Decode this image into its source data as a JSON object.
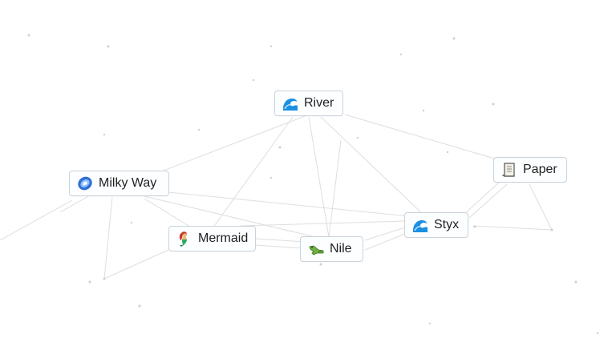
{
  "elements": [
    {
      "id": "river",
      "label": "River",
      "icon": "water-wave-icon"
    },
    {
      "id": "milky-way",
      "label": "Milky Way",
      "icon": "galaxy-icon"
    },
    {
      "id": "paper",
      "label": "Paper",
      "icon": "scroll-paper-icon"
    },
    {
      "id": "mermaid",
      "label": "Mermaid",
      "icon": "mermaid-icon"
    },
    {
      "id": "nile",
      "label": "Nile",
      "icon": "crocodile-icon"
    },
    {
      "id": "styx",
      "label": "Styx",
      "icon": "water-wave-icon"
    }
  ],
  "colors": {
    "background": "#ffffff",
    "node_border": "#c9d3dc",
    "link_line": "#dcdcdc",
    "wave": "#1a8fe3",
    "galaxy": "#2f6fd6",
    "crocodile": "#6db33f"
  }
}
